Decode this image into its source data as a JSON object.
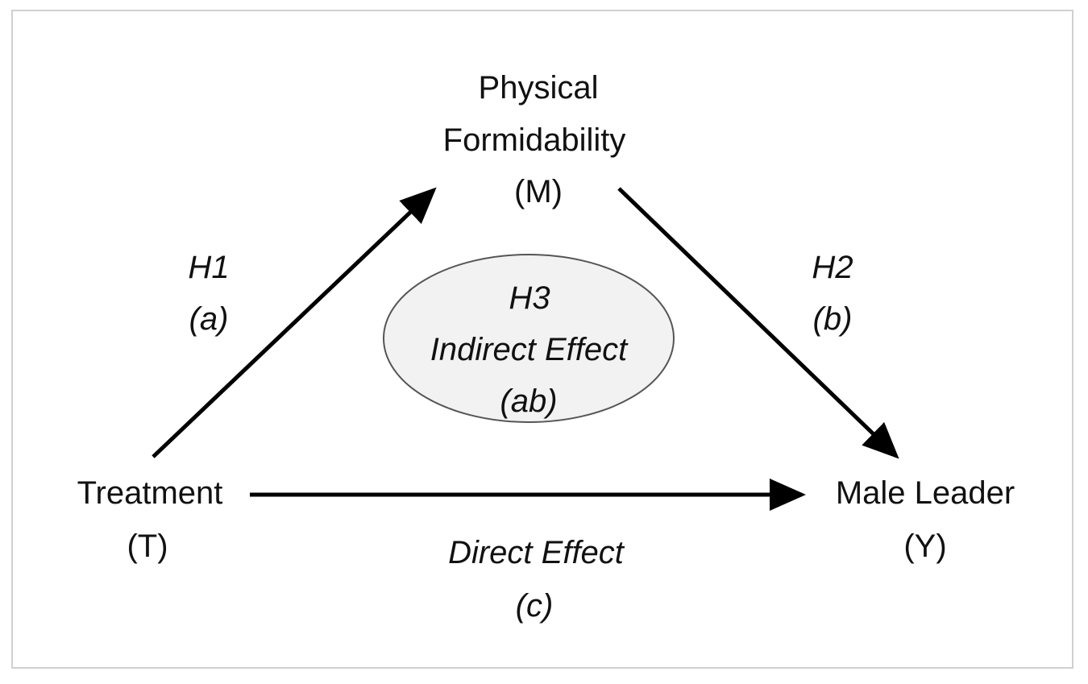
{
  "nodes": {
    "mediator": {
      "line1": "Physical",
      "line2": "Formidability",
      "line3": "(M)"
    },
    "treatment": {
      "line1": "Treatment",
      "line2": "(T)"
    },
    "outcome": {
      "line1": "Male Leader",
      "line2": "(Y)"
    }
  },
  "paths": {
    "a": {
      "label": "H1",
      "sub": "(a)"
    },
    "b": {
      "label": "H2",
      "sub": "(b)"
    },
    "indirect": {
      "label": "H3",
      "name": "Indirect Effect",
      "sub": "(ab)"
    },
    "direct": {
      "name": "Direct Effect",
      "sub": "(c)"
    }
  },
  "colors": {
    "arrow": "#000000",
    "ellipse_stroke": "#555555",
    "ellipse_fill": "#f2f2f2",
    "border": "#d0d0d0"
  }
}
